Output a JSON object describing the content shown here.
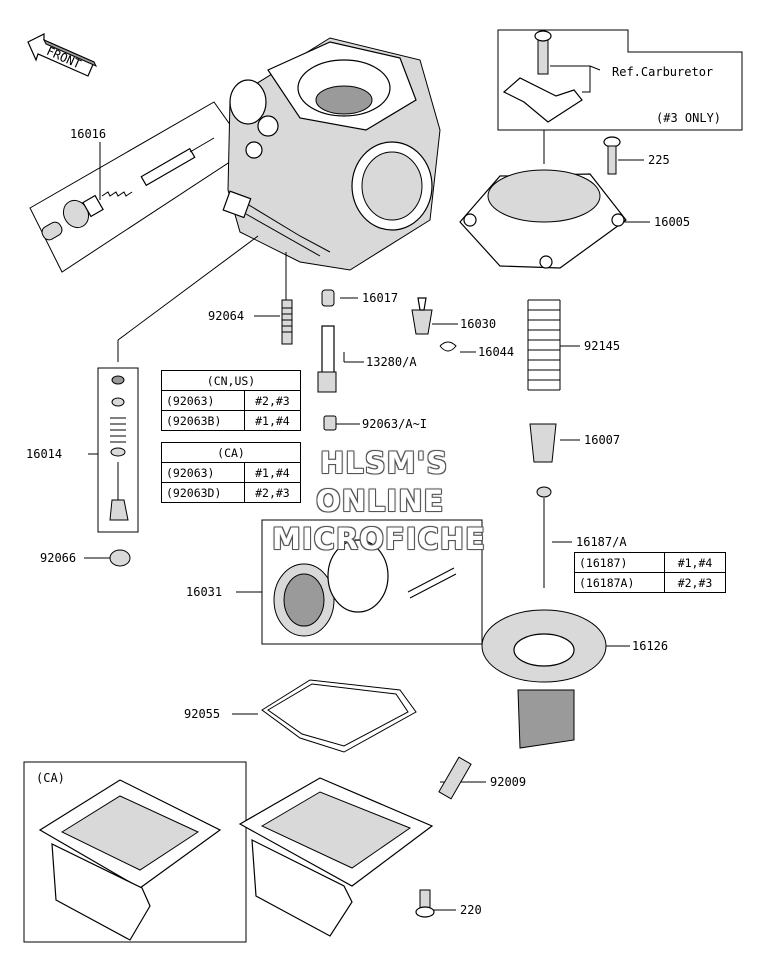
{
  "front_label": "FRONT",
  "labels": {
    "p16016": "16016",
    "p16014": "16014",
    "p92066": "92066",
    "p92064": "92064",
    "p16017": "16017",
    "p16030": "16030",
    "p13280": "13280/A",
    "p16044": "16044",
    "p92063": "92063/A~I",
    "p225": "225",
    "p16005": "16005",
    "p92145": "92145",
    "p16007": "16007",
    "p16187": "16187/A",
    "p16126": "16126",
    "p16031": "16031",
    "p92055": "92055",
    "p92009": "92009",
    "p220": "220"
  },
  "ref_box": {
    "text": "Ref.Carburetor",
    "note": "(#3 ONLY)"
  },
  "ca_box_label": "(CA)",
  "table_cn_us": {
    "header": "(CN,US)",
    "rows": [
      {
        "part": "(92063)",
        "cyl": "#2,#3"
      },
      {
        "part": "(92063B)",
        "cyl": "#1,#4"
      }
    ]
  },
  "table_ca": {
    "header": "(CA)",
    "rows": [
      {
        "part": "(92063)",
        "cyl": "#1,#4"
      },
      {
        "part": "(92063D)",
        "cyl": "#2,#3"
      }
    ]
  },
  "table_16187": {
    "rows": [
      {
        "part": "(16187)",
        "cyl": "#1,#4"
      },
      {
        "part": "(16187A)",
        "cyl": "#2,#3"
      }
    ]
  },
  "watermark": {
    "line1": "HLSM'S",
    "line2": "ONLINE",
    "line3": "MICROFICHE"
  }
}
